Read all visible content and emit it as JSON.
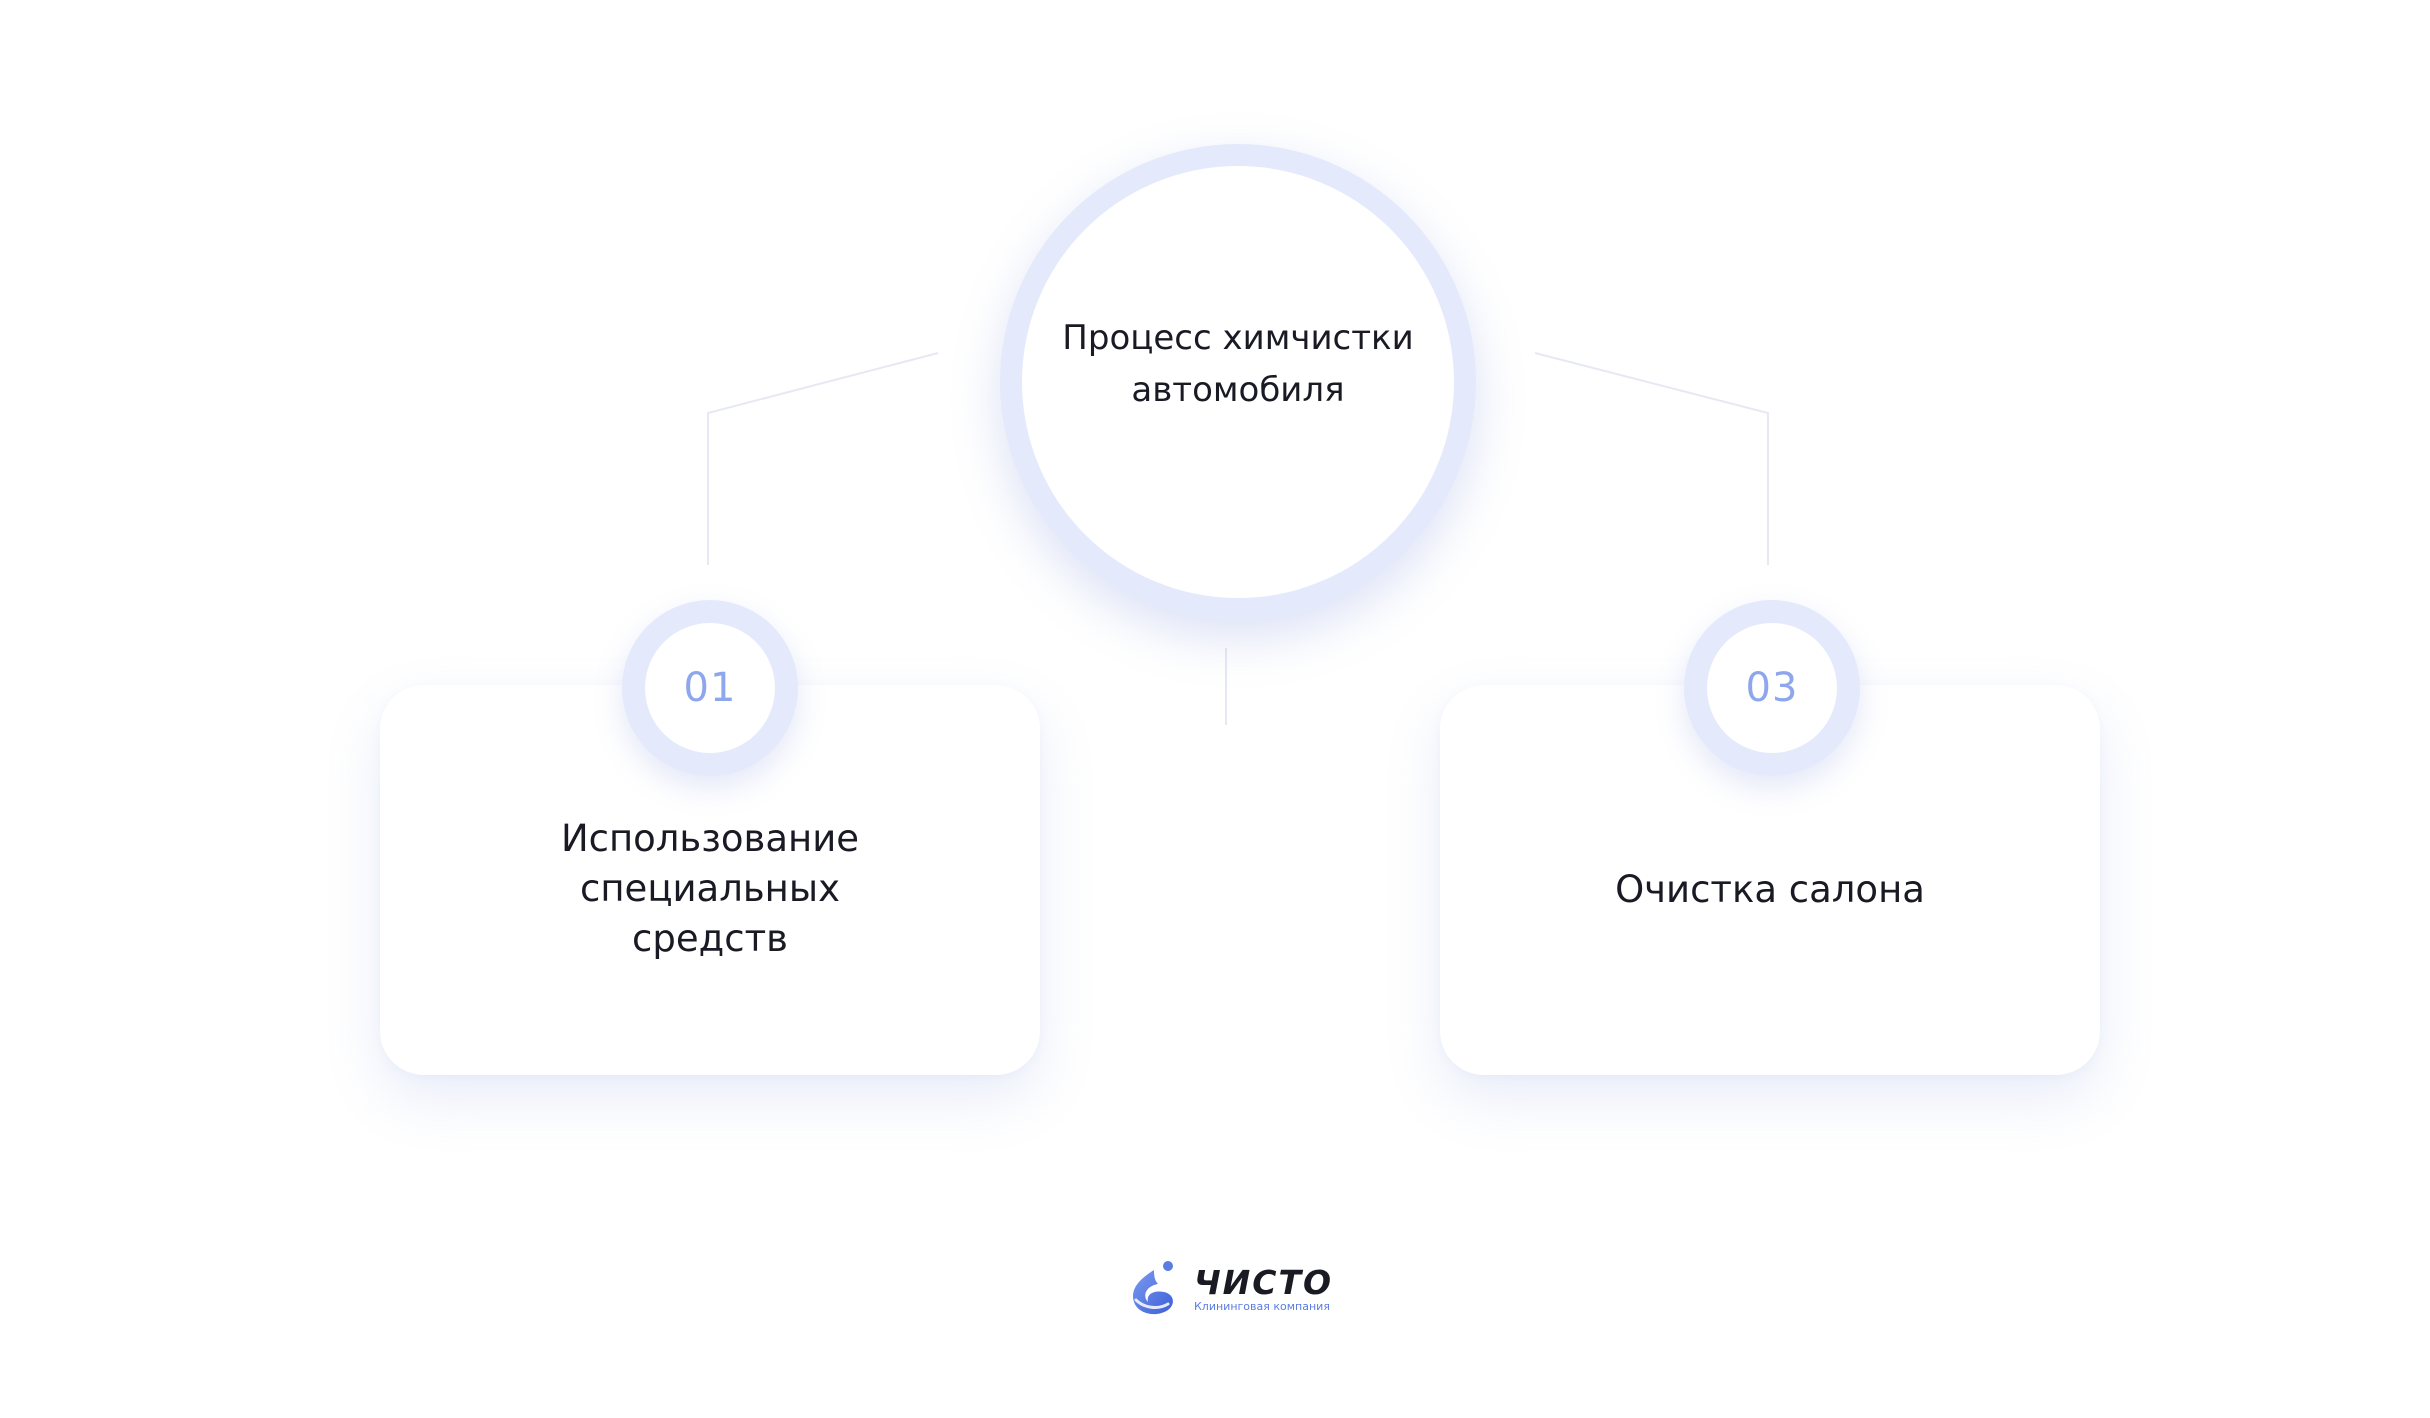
{
  "diagram": {
    "center_title": "Процесс химчистки автомобиля",
    "steps": [
      {
        "number": "01",
        "label": "Использование специальных средств"
      },
      {
        "number": "03",
        "label": "Очистка салона"
      }
    ]
  },
  "logo": {
    "name": "ЧИСТО",
    "tagline": "Клининговая компания"
  },
  "colors": {
    "ring": "#e4eafb",
    "accent": "#8ea6ec",
    "connector": "#e6e9f3",
    "text": "#1a1a24",
    "brand": "#5b7de0"
  }
}
